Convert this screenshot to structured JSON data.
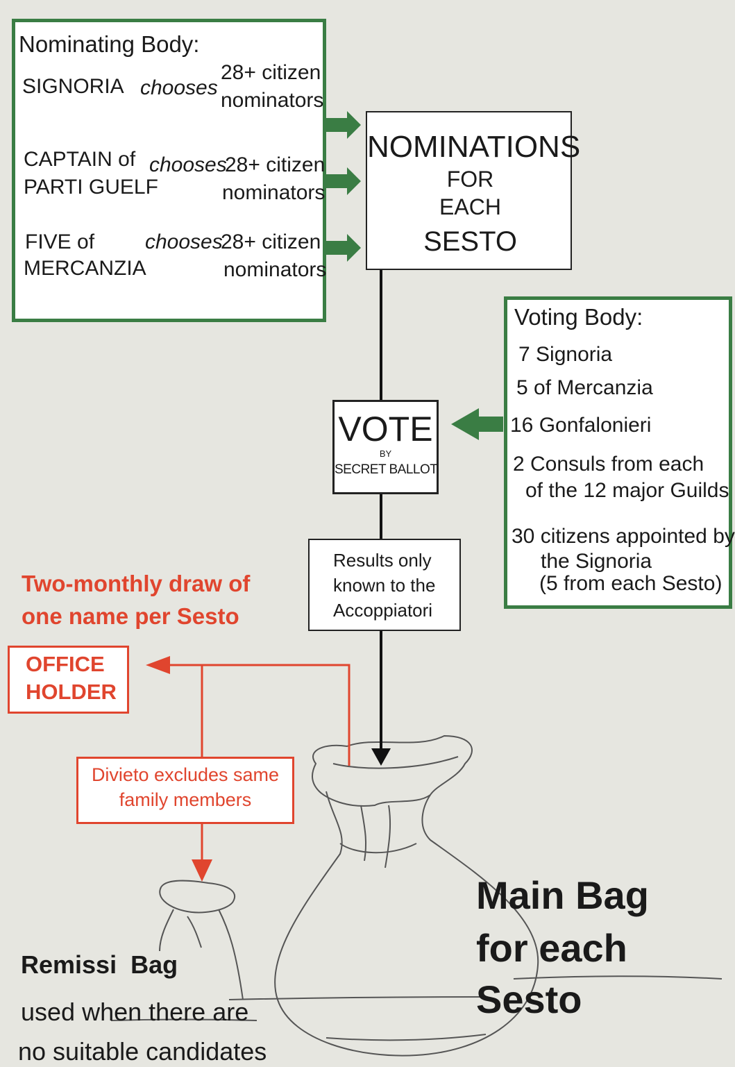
{
  "nominating": {
    "title": "Nominating Body:",
    "rows": [
      {
        "body_line1": "SIGNORIA",
        "body_line2": "",
        "verb": "chooses",
        "count": "28+ citizen",
        "role": "nominators"
      },
      {
        "body_line1": "CAPTAIN  of",
        "body_line2": "PARTI GUELF",
        "verb": "chooses",
        "count": "28+ citizen",
        "role": "nominators"
      },
      {
        "body_line1": "FIVE of",
        "body_line2": "MERCANZIA",
        "verb": "chooses",
        "count": "28+ citizen",
        "role": "nominators"
      }
    ]
  },
  "nominations": {
    "line1": "NOMINATIONS",
    "line2": "FOR",
    "line3": "EACH",
    "line4": "SESTO"
  },
  "voting": {
    "title": "Voting Body:",
    "items": [
      "7  Signoria",
      "5 of Mercanzia",
      "16 Gonfalonieri",
      "2 Consuls from each",
      "of the 12 major Guilds",
      "30 citizens appointed by",
      "the Signoria",
      "(5 from each Sesto)"
    ]
  },
  "vote": {
    "title": "VOTE",
    "by": "BY",
    "method": "SECRET BALLOT"
  },
  "results": {
    "line1": "Results only",
    "line2": "known to the",
    "line3": "Accoppiatori"
  },
  "draw": {
    "line1": "Two-monthly draw of",
    "line2": "one name per Sesto"
  },
  "office_holder": {
    "line1": "OFFICE",
    "line2": "HOLDER"
  },
  "divieto": {
    "line1": "Divieto excludes same",
    "line2": "family members"
  },
  "remissi": {
    "title": "Remissi  Bag",
    "line1": "used when there are",
    "line2": "no suitable candidates"
  },
  "main_bag": {
    "line1": "Main Bag",
    "line2": "for each",
    "line3": "Sesto"
  },
  "colors": {
    "green": "#3a7d44",
    "red": "#e0452e",
    "background": "#e6e6e0"
  }
}
